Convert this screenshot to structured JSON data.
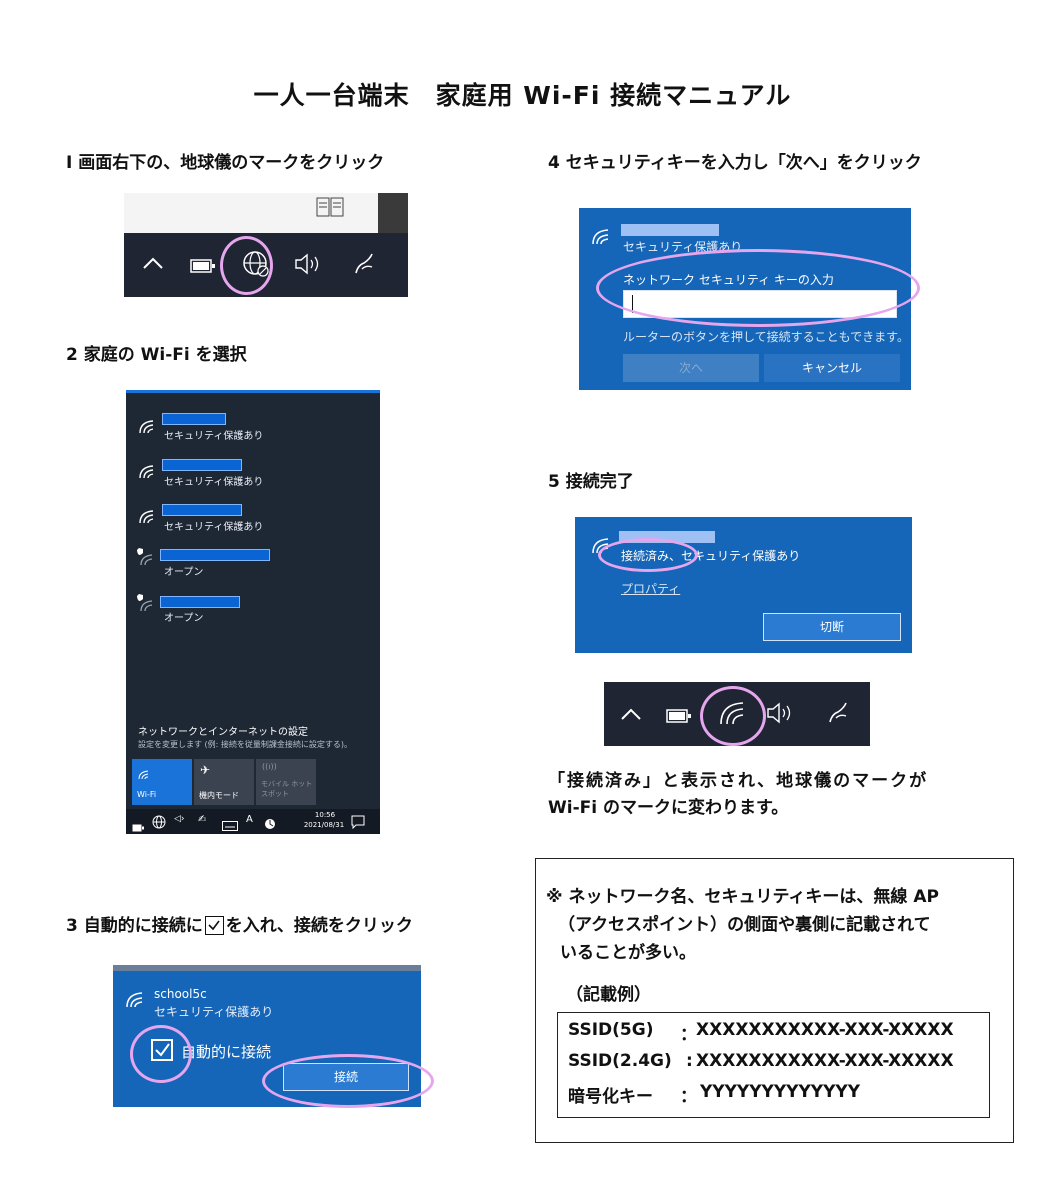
{
  "title": "一人一台端末　家庭用 Wi-Fi 接続マニュアル",
  "steps": {
    "s1": "Ⅰ 画面右下の、地球儀のマークをクリック",
    "s2": "2 家庭の Wi-Fi を選択",
    "s3_a": "3 自動的に接続に",
    "s3_b": "を入れ、接続をクリック",
    "s4": "4 セキュリティキーを入力し「次へ」をクリック",
    "s5": "5 接続完了"
  },
  "network_list": {
    "secured": "セキュリティ保護あり",
    "open": "オープン",
    "settings_title": "ネットワークとインターネットの設定",
    "settings_desc": "設定を変更します (例: 接続を従量制課金接続に設定する)。",
    "tile_wifi": "Wi-Fi",
    "tile_airplane": "機内モード",
    "tile_mobile": "モバイル ホットスポット",
    "clock_time": "10:56",
    "clock_date": "2021/08/31"
  },
  "connect_dialog": {
    "ssid": "school5c",
    "secured": "セキュリティ保護あり",
    "auto_connect": "自動的に接続",
    "connect_button": "接続"
  },
  "key_dialog": {
    "secured": "セキュリティ保護あり",
    "key_label": "ネットワーク セキュリティ キーの入力",
    "router_hint": "ルーターのボタンを押して接続することもできます。",
    "next_button": "次へ",
    "cancel_button": "キャンセル"
  },
  "connected_dialog": {
    "status": "接続済み、セキュリティ保護あり",
    "properties_link": "プロパティ",
    "disconnect_button": "切断"
  },
  "result_text_1": "「接続済み」と表示され、地球儀のマークが",
  "result_text_2": "Wi-Fi のマークに変わります。",
  "note": {
    "line1": "※ ネットワーク名、セキュリティキーは、無線 AP",
    "line2": "（アクセスポイント）の側面や裏側に記載されて",
    "line3": "いることが多い。",
    "example_label": "（記載例）",
    "rows": [
      {
        "key": "SSID(5G)",
        "sep": "：",
        "value": "XXXXXXXXXXX-XXX-XXXXX"
      },
      {
        "key": "SSID(2.4G)",
        "sep": ":",
        "value": "XXXXXXXXXXX-XXX-XXXXX"
      },
      {
        "key": "暗号化キー",
        "sep": "：",
        "value": "YYYYYYYYYYYYY"
      }
    ]
  },
  "colors": {
    "taskbar": "#1f2533",
    "network_panel": "#1e2734",
    "dialog_blue": "#1565b8",
    "highlight_circle": "#e6a6ee",
    "tile_blue": "#1a73d8"
  }
}
